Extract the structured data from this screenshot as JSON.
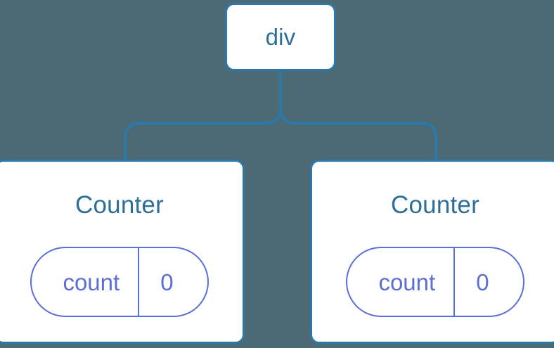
{
  "diagram": {
    "title": "component-tree",
    "background_color": "#4b6a74",
    "node_border_color": "#2c79a9",
    "node_fill_color": "#ffffff",
    "label_color": "#2d6f99",
    "state_color": "#5b6fd4",
    "connector_color": "#2c79a9"
  },
  "root": {
    "label": "div"
  },
  "children": [
    {
      "title": "Counter",
      "state": {
        "key": "count",
        "value": "0"
      }
    },
    {
      "title": "Counter",
      "state": {
        "key": "count",
        "value": "0"
      }
    }
  ]
}
